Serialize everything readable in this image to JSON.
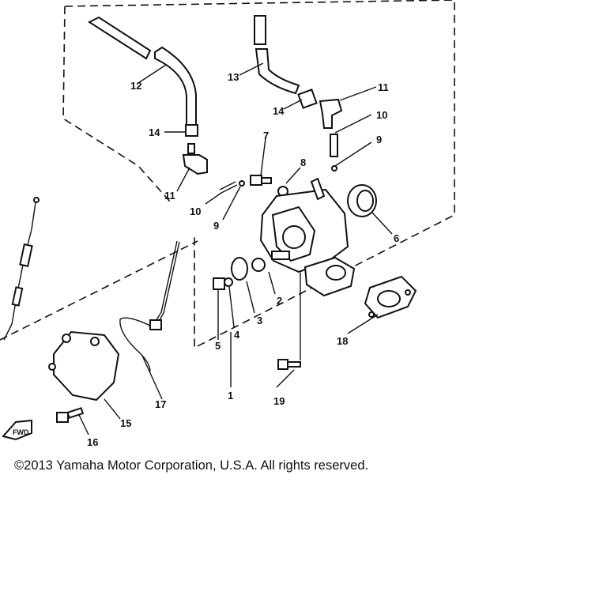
{
  "diagram": {
    "callouts": {
      "c1": "1",
      "c2": "2",
      "c3": "3",
      "c4": "4",
      "c5": "5",
      "c6": "6",
      "c7": "7",
      "c8": "8",
      "c9a": "9",
      "c9b": "9",
      "c10a": "10",
      "c10b": "10",
      "c11a": "11",
      "c11b": "11",
      "c12": "12",
      "c13": "13",
      "c14a": "14",
      "c14b": "14",
      "c15": "15",
      "c16": "16",
      "c17": "17",
      "c18": "18",
      "c19": "19"
    },
    "front_marker": "FWD"
  },
  "footer": {
    "copyright": "©2013 Yamaha Motor Corporation, U.S.A. All rights reserved."
  }
}
